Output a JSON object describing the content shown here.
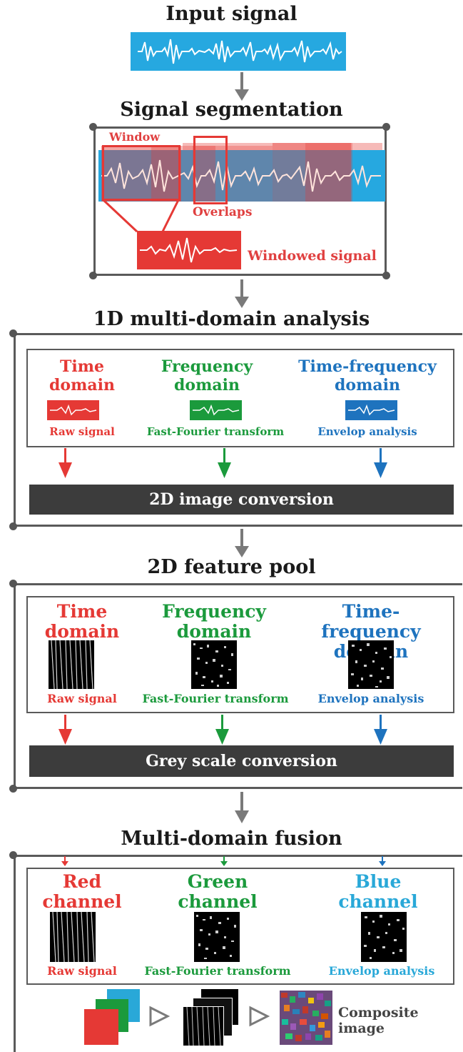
{
  "colors": {
    "red": "#e53935",
    "green": "#1b9a3c",
    "blue": "#1e73be",
    "cyan": "#29a8d8",
    "signal_blue": "#26a8e0",
    "bar_dark": "#3c3c3c",
    "frame_gray": "#5a5a5a",
    "arrow_gray": "#7a7a7a"
  },
  "stage1": {
    "title": "Input signal"
  },
  "stage2": {
    "title": "Signal segmentation",
    "window_label": "Window",
    "overlaps_label": "Overlaps",
    "windowed_label": "Windowed signal"
  },
  "stage3": {
    "title": "1D multi-domain analysis",
    "columns": [
      {
        "head": "Time\ndomain",
        "foot": "Raw signal"
      },
      {
        "head": "Frequency\ndomain",
        "foot": "Fast-Fourier transform"
      },
      {
        "head": "Time-frequency\ndomain",
        "foot": "Envelop analysis"
      }
    ],
    "bar": "2D image conversion"
  },
  "stage4": {
    "title": "2D feature pool",
    "columns": [
      {
        "head": "Time\ndomain",
        "foot": "Raw signal"
      },
      {
        "head": "Frequency\ndomain",
        "foot": "Fast-Fourier transform"
      },
      {
        "head": "Time-frequency\ndomain",
        "foot": "Envelop analysis"
      }
    ],
    "bar": "Grey scale conversion"
  },
  "stage5": {
    "title": "Multi-domain fusion",
    "columns": [
      {
        "head": "Red\nchannel",
        "foot": "Raw signal"
      },
      {
        "head": "Green\nchannel",
        "foot": "Fast-Fourier transform"
      },
      {
        "head": "Blue\nchannel",
        "foot": "Envelop analysis"
      }
    ],
    "composite_label": "Composite\nimage"
  }
}
